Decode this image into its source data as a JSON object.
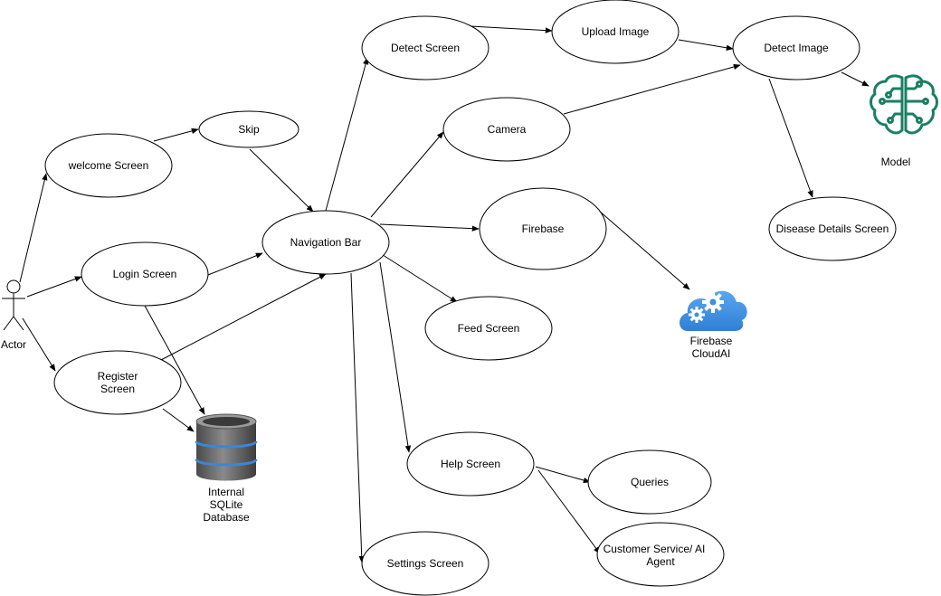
{
  "nodes": {
    "actor": "Actor",
    "welcome": "welcome Screen",
    "skip": "Skip",
    "login": "Login Screen",
    "register": [
      "Register",
      "Screen"
    ],
    "navigation": "Navigation Bar",
    "detect_screen": "Detect Screen",
    "upload_image": "Upload Image",
    "detect_image": "Detect Image",
    "camera": "Camera",
    "firebase": "Firebase",
    "feed": "Feed Screen",
    "help": "Help Screen",
    "settings": "Settings Screen",
    "queries": "Queries",
    "customer_service": [
      "Customer Service/ AI",
      "Agent"
    ],
    "disease_details": "Disease Details Screen",
    "model": "Model",
    "firebase_cloud": [
      "Firebase",
      "CloudAI"
    ],
    "database": [
      "Internal",
      "SQLite",
      "Database"
    ]
  },
  "icons": {
    "model": "brain-circuit-icon",
    "firebase_cloud": "cloud-gears-icon",
    "database": "database-cylinder-icon"
  },
  "colors": {
    "model_icon": "#1a7f64",
    "cloud_icon": "#3d8fe0",
    "database_body": "#6b6b6b",
    "database_ring": "#3a86d8"
  }
}
